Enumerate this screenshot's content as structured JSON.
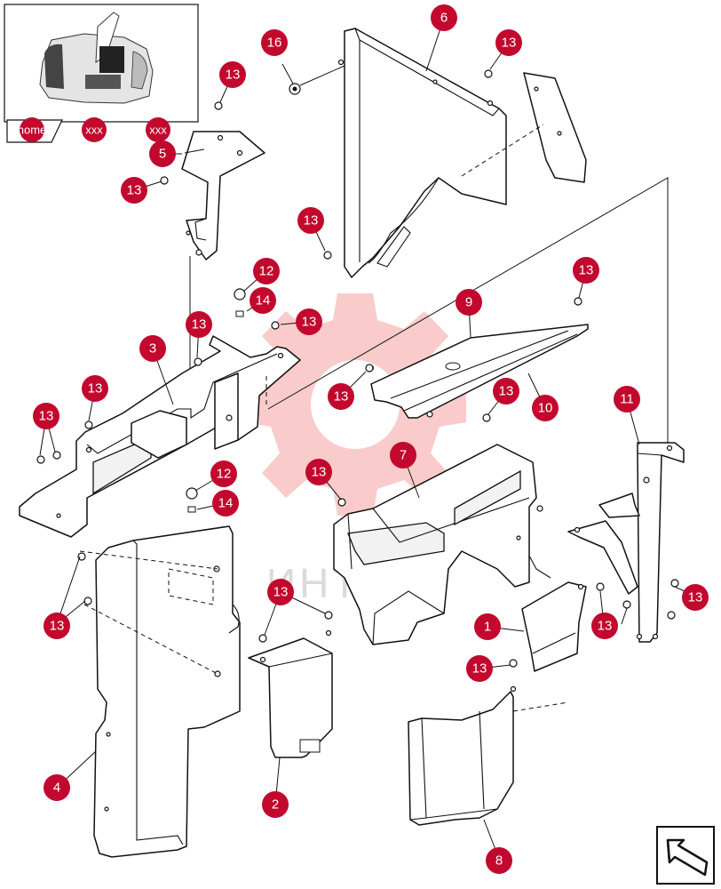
{
  "colors": {
    "callout": "#c3082e",
    "watermark": "#f06a6a"
  },
  "watermark": {
    "text": "ИНТЕХ",
    "icon": "gear-logo"
  },
  "nav": {
    "tabs": [
      {
        "label": "home"
      },
      {
        "label": "xxx"
      },
      {
        "label": "xxx"
      }
    ]
  },
  "back_button": {
    "icon": "return-arrow-icon"
  },
  "callouts": [
    {
      "id": "16",
      "label": "16"
    },
    {
      "id": "6",
      "label": "6"
    },
    {
      "id": "13a",
      "label": "13"
    },
    {
      "id": "13b",
      "label": "13"
    },
    {
      "id": "5",
      "label": "5"
    },
    {
      "id": "13c",
      "label": "13"
    },
    {
      "id": "13d",
      "label": "13"
    },
    {
      "id": "12a",
      "label": "12"
    },
    {
      "id": "14a",
      "label": "14"
    },
    {
      "id": "13e",
      "label": "13"
    },
    {
      "id": "13f",
      "label": "13"
    },
    {
      "id": "13g",
      "label": "13"
    },
    {
      "id": "9",
      "label": "9"
    },
    {
      "id": "3",
      "label": "3"
    },
    {
      "id": "13h",
      "label": "13"
    },
    {
      "id": "13i",
      "label": "13"
    },
    {
      "id": "13j",
      "label": "13"
    },
    {
      "id": "10",
      "label": "10"
    },
    {
      "id": "11",
      "label": "11"
    },
    {
      "id": "13k",
      "label": "13"
    },
    {
      "id": "7",
      "label": "7"
    },
    {
      "id": "13l",
      "label": "13"
    },
    {
      "id": "12b",
      "label": "12"
    },
    {
      "id": "14b",
      "label": "14"
    },
    {
      "id": "13m",
      "label": "13"
    },
    {
      "id": "13n",
      "label": "13"
    },
    {
      "id": "1",
      "label": "1"
    },
    {
      "id": "13o",
      "label": "13"
    },
    {
      "id": "13p",
      "label": "13"
    },
    {
      "id": "13q",
      "label": "13"
    },
    {
      "id": "4",
      "label": "4"
    },
    {
      "id": "2",
      "label": "2"
    },
    {
      "id": "8",
      "label": "8"
    }
  ]
}
